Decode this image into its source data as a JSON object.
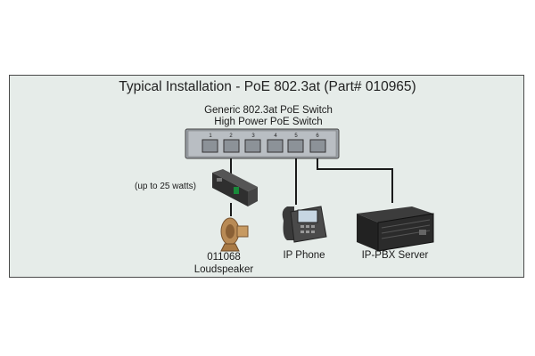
{
  "diagram": {
    "title": "Typical Installation - PoE 802.3at (Part# 010965)",
    "switch_line1": "Generic 802.3at PoE Switch",
    "switch_line2": "High Power PoE Switch",
    "ports": [
      "1",
      "2",
      "3",
      "4",
      "5",
      "6"
    ],
    "injector_note": "(up to 25 watts)",
    "loudspeaker_part": "011068",
    "loudspeaker_label": "Loudspeaker",
    "ip_phone_label": "IP Phone",
    "pbx_label": "IP-PBX Server"
  }
}
